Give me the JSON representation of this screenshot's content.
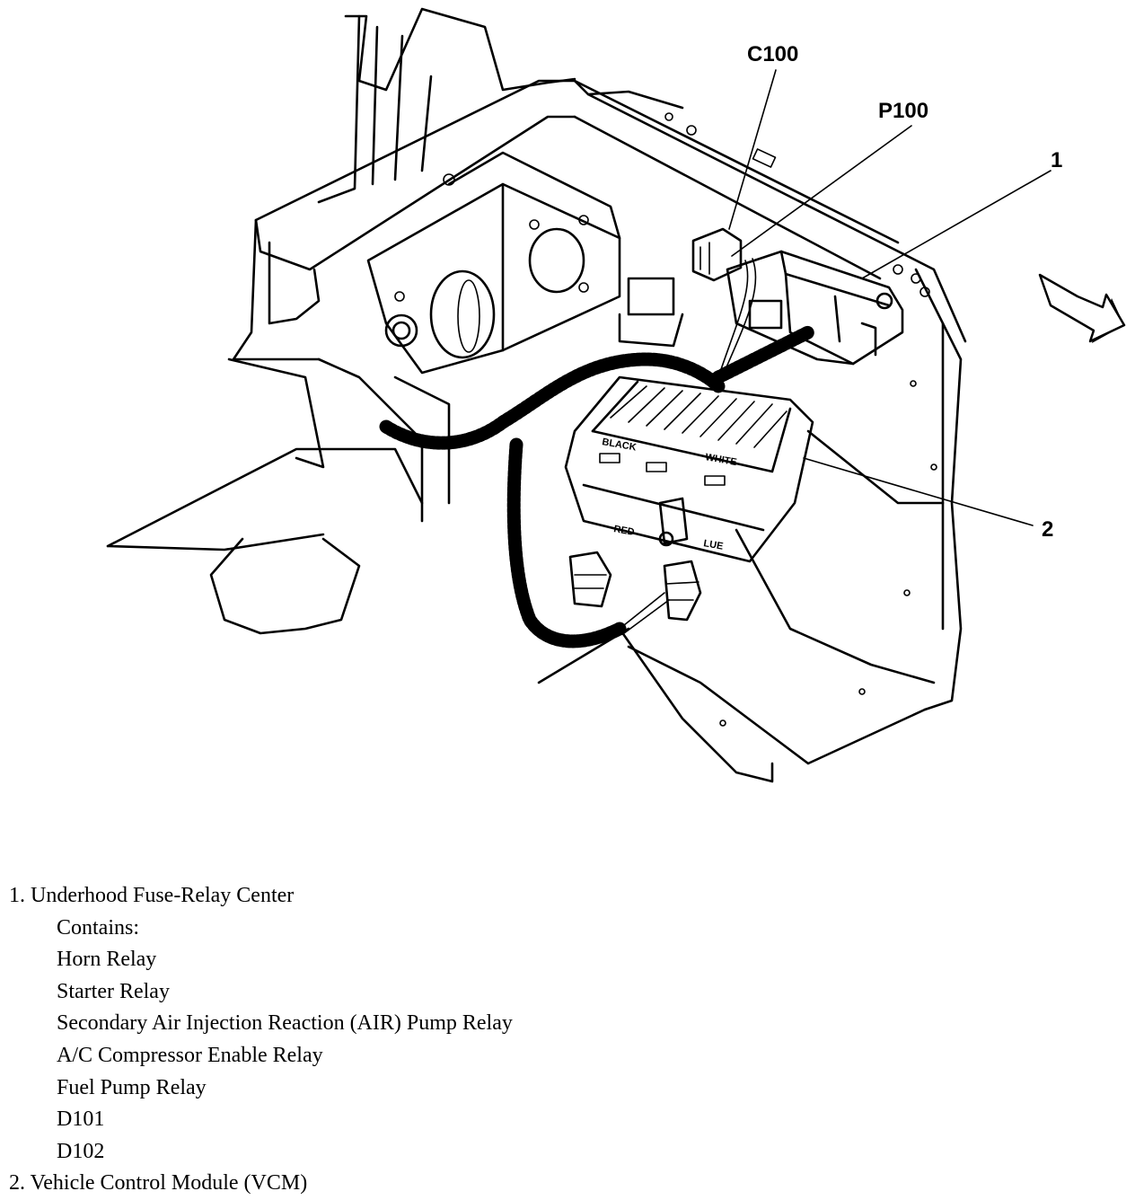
{
  "callouts": {
    "c100": "C100",
    "p100": "P100",
    "one": "1",
    "two": "2"
  },
  "module_labels": {
    "black": "BLACK",
    "white": "WHITE",
    "red": "RED",
    "blue": "LUE"
  },
  "legend": {
    "item1": {
      "number": "1.",
      "title": "Underhood Fuse-Relay Center",
      "contains_label": "Contains:",
      "contents": [
        "Horn Relay",
        "Starter Relay",
        "Secondary Air Injection Reaction (AIR) Pump Relay",
        "A/C Compressor Enable Relay",
        "Fuel Pump Relay",
        "D101",
        "D102"
      ]
    },
    "item2": {
      "number": "2.",
      "title": "Vehicle Control Module (VCM)"
    }
  },
  "icons": {
    "direction": "forward-arrow-icon"
  }
}
